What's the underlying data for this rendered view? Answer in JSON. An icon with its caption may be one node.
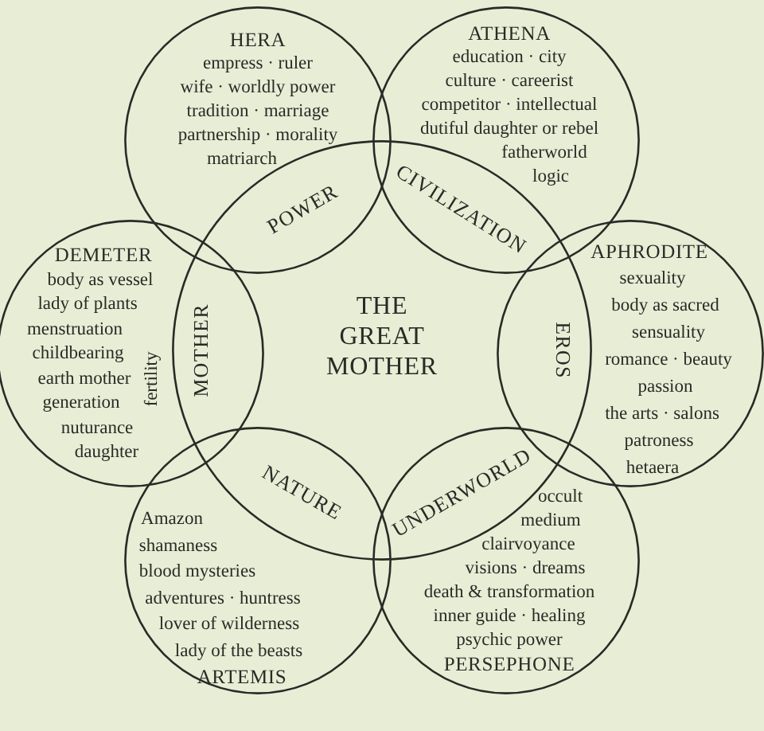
{
  "diagram": {
    "nodes": [
      {
        "text": [
          "HERA",
          "empress · ruler",
          "wife · worldly power",
          "tradition · marriage",
          "partnership · morality",
          "matriarch"
        ]
      },
      {
        "text": [
          "ATHENA",
          "education · city",
          "culture · careerist",
          "competitor · intellectual",
          "dutiful daughter or rebel",
          "fatherworld",
          "logic"
        ]
      },
      {
        "text": [
          "DEMETER",
          "body as vessel",
          "lady of plants",
          "menstruation",
          "childbearing",
          "earth mother",
          "generation",
          "nuturance",
          "daughter",
          "fertility"
        ]
      },
      {
        "text": [
          "THE GREAT MOTHER"
        ]
      },
      {
        "text": [
          "APHRODITE",
          "sexuality",
          "body as sacred",
          "sensuality",
          "romance · beauty",
          "passion",
          "the arts · salons",
          "patroness",
          "hetaera"
        ]
      },
      {
        "text": [
          "Amazon",
          "shamaness",
          "blood mysteries",
          "adventures · huntress",
          "lover of wilderness",
          "lady of the beasts",
          "ARTEMIS"
        ]
      },
      {
        "text": [
          "occult",
          "medium",
          "clairvoyance",
          "visions · dreams",
          "death & transformation",
          "inner guide · healing",
          "psychic power",
          "PERSEPHONE"
        ]
      }
    ],
    "labels": [
      "POWER",
      "CIVILIZATION",
      "MOTHER",
      "EROS",
      "NATURE",
      "UNDERWORLD"
    ]
  }
}
